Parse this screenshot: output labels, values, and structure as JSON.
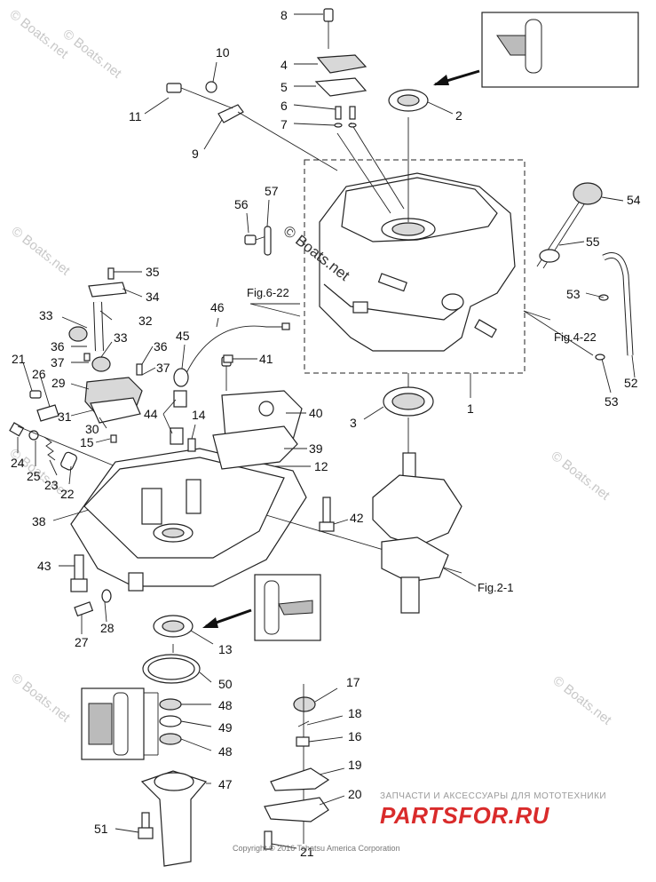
{
  "callouts": [
    {
      "id": "8"
    },
    {
      "id": "4"
    },
    {
      "id": "5"
    },
    {
      "id": "6"
    },
    {
      "id": "7"
    },
    {
      "id": "2"
    },
    {
      "id": "10"
    },
    {
      "id": "11"
    },
    {
      "id": "9"
    },
    {
      "id": "54"
    },
    {
      "id": "55"
    },
    {
      "id": "56"
    },
    {
      "id": "57"
    },
    {
      "id": "35"
    },
    {
      "id": "34"
    },
    {
      "id": "33"
    },
    {
      "id": "32"
    },
    {
      "id": "33"
    },
    {
      "id": "36"
    },
    {
      "id": "37"
    },
    {
      "id": "36"
    },
    {
      "id": "37"
    },
    {
      "id": "46"
    },
    {
      "id": "45"
    },
    {
      "id": "41"
    },
    {
      "id": "53"
    },
    {
      "id": "52"
    },
    {
      "id": "53"
    },
    {
      "id": "21"
    },
    {
      "id": "26"
    },
    {
      "id": "29"
    },
    {
      "id": "31"
    },
    {
      "id": "30"
    },
    {
      "id": "44"
    },
    {
      "id": "14"
    },
    {
      "id": "40"
    },
    {
      "id": "3"
    },
    {
      "id": "1"
    },
    {
      "id": "24"
    },
    {
      "id": "25"
    },
    {
      "id": "15"
    },
    {
      "id": "23"
    },
    {
      "id": "22"
    },
    {
      "id": "39"
    },
    {
      "id": "12"
    },
    {
      "id": "38"
    },
    {
      "id": "42"
    },
    {
      "id": "43"
    },
    {
      "id": "28"
    },
    {
      "id": "27"
    },
    {
      "id": "13"
    },
    {
      "id": "50"
    },
    {
      "id": "17"
    },
    {
      "id": "48"
    },
    {
      "id": "18"
    },
    {
      "id": "49"
    },
    {
      "id": "16"
    },
    {
      "id": "48"
    },
    {
      "id": "19"
    },
    {
      "id": "47"
    },
    {
      "id": "20"
    },
    {
      "id": "51"
    },
    {
      "id": "21"
    }
  ],
  "figure_refs": {
    "fig_6_22": "Fig.6-22",
    "fig_4_22": "Fig.4-22",
    "fig_2_1": "Fig.2-1"
  },
  "watermark": "© Boats.net",
  "copyright": "Copyright © 2016 Tohatsu America Corporation",
  "ad": {
    "caption": "ЗАПЧАСТИ И АКСЕССУАРЫ ДЛЯ МОТОТЕХНИКИ",
    "logo": "PARTSFOR.RU"
  }
}
